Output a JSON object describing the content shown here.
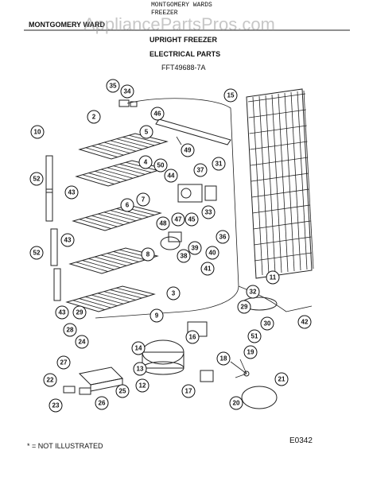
{
  "header": {
    "brand_line1": "MONTGOMERY WARDS",
    "brand_line2": "FREEZER",
    "model_left": "MONTGOMERY WARD",
    "title1": "UPRIGHT FREEZER",
    "title2": "ELECTRICAL PARTS",
    "model_code": "FFT49688-7A"
  },
  "watermark": "AppliancePartsPros.com",
  "figure_code": "E0342",
  "footnote": "* = NOT ILLUSTRATED",
  "callouts": [
    "2",
    "3",
    "4",
    "5",
    "6",
    "7",
    "8",
    "9",
    "10",
    "11",
    "12",
    "13",
    "14",
    "15",
    "16",
    "17",
    "18",
    "19",
    "20",
    "21",
    "22",
    "23",
    "24",
    "25",
    "26",
    "27",
    "28",
    "29",
    "30",
    "31",
    "32",
    "33",
    "34",
    "35",
    "36",
    "37",
    "38",
    "39",
    "40",
    "41",
    "42",
    "43",
    "44",
    "45",
    "46",
    "47",
    "48",
    "49",
    "50",
    "51",
    "52"
  ],
  "icons": [
    "refrigerator-shelf-icon",
    "evaporator-coil-icon",
    "compressor-icon",
    "condenser-fan-icon",
    "thermostat-icon",
    "light-socket-icon",
    "terminal-block-icon",
    "switch-icon"
  ]
}
